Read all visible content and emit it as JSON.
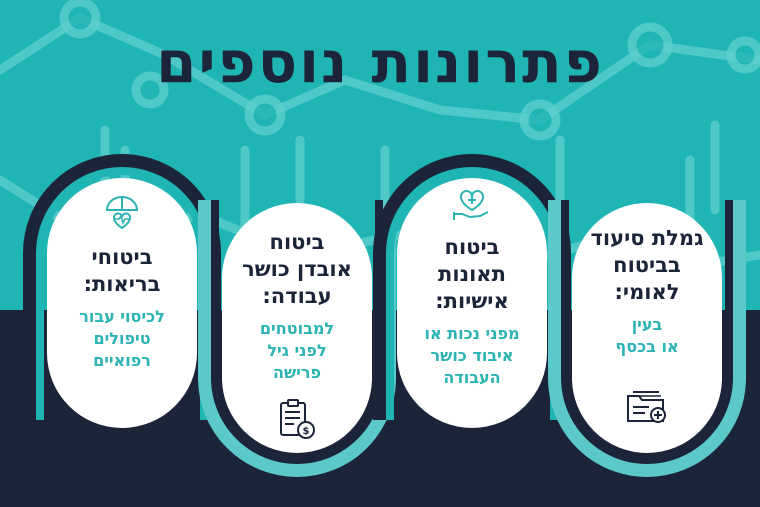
{
  "title": "פתרונות נוספים",
  "colors": {
    "teal": "#1fb5b4",
    "navy": "#1b2438",
    "light_teal": "#5bc8c9",
    "white": "#ffffff"
  },
  "cards": [
    {
      "title_lines": [
        "ביטוחי",
        "בריאות:"
      ],
      "sub_lines": [
        "לכיסוי עבור",
        "טיפולים",
        "רפואיים"
      ],
      "icon": "umbrella-health-icon"
    },
    {
      "title_lines": [
        "ביטוח",
        "אובדן כושר",
        "עבודה:"
      ],
      "sub_lines": [
        "למבוטחים",
        "לפני גיל",
        "פרישה"
      ],
      "icon": "clipboard-money-icon"
    },
    {
      "title_lines": [
        "ביטוח",
        "תאונות",
        "אישיות:"
      ],
      "sub_lines": [
        "מפני נכות או",
        "איבוד כושר",
        "העבודה"
      ],
      "icon": "heart-hand-icon"
    },
    {
      "title_lines": [
        "גמלת סיעוד",
        "בביטוח",
        "לאומי:"
      ],
      "sub_lines": [
        "בעין",
        "או בכסף"
      ],
      "icon": "folder-plus-icon"
    }
  ]
}
